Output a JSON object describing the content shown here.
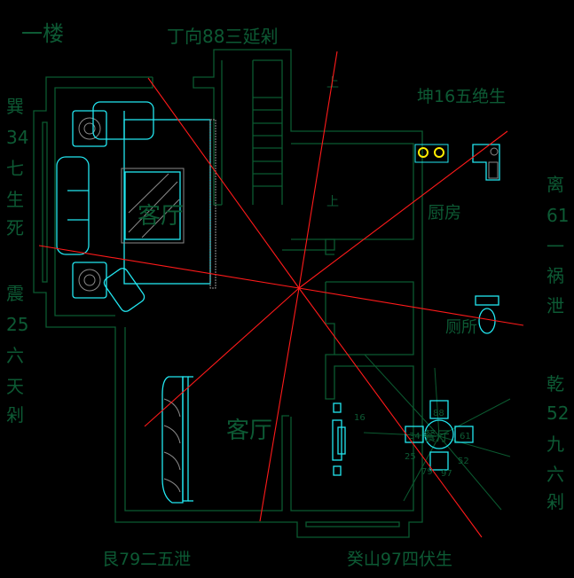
{
  "title": "一楼",
  "directions": {
    "top": "丁向88三延剁",
    "top_right": "坤16五绝生",
    "left_upper": [
      "巽",
      "34",
      "七",
      "生",
      "死"
    ],
    "left_lower": [
      "震",
      "25",
      "六",
      "天",
      "剁"
    ],
    "right_upper": [
      "离",
      "61",
      "一",
      "祸",
      "泄"
    ],
    "right_lower": [
      "乾",
      "52",
      "九",
      "六",
      "剁"
    ],
    "bottom_left": "艮79二五泄",
    "bottom_right": "癸山97四伏生"
  },
  "rooms": {
    "living_upper": "客厅",
    "living_lower": "客厅",
    "kitchen": "厨房",
    "toilet": "厕所",
    "dining": "餐厅",
    "stair_up_1": "上",
    "stair_up_2": "上"
  },
  "dining_numbers": [
    "88",
    "16",
    "34",
    "61",
    "25",
    "52",
    "79",
    "97"
  ],
  "colors": {
    "background": "#000000",
    "wall": "#0b5a30",
    "furniture": "#22e6f0",
    "sector_line": "#ff1a1a",
    "label": "#0d5a34"
  }
}
